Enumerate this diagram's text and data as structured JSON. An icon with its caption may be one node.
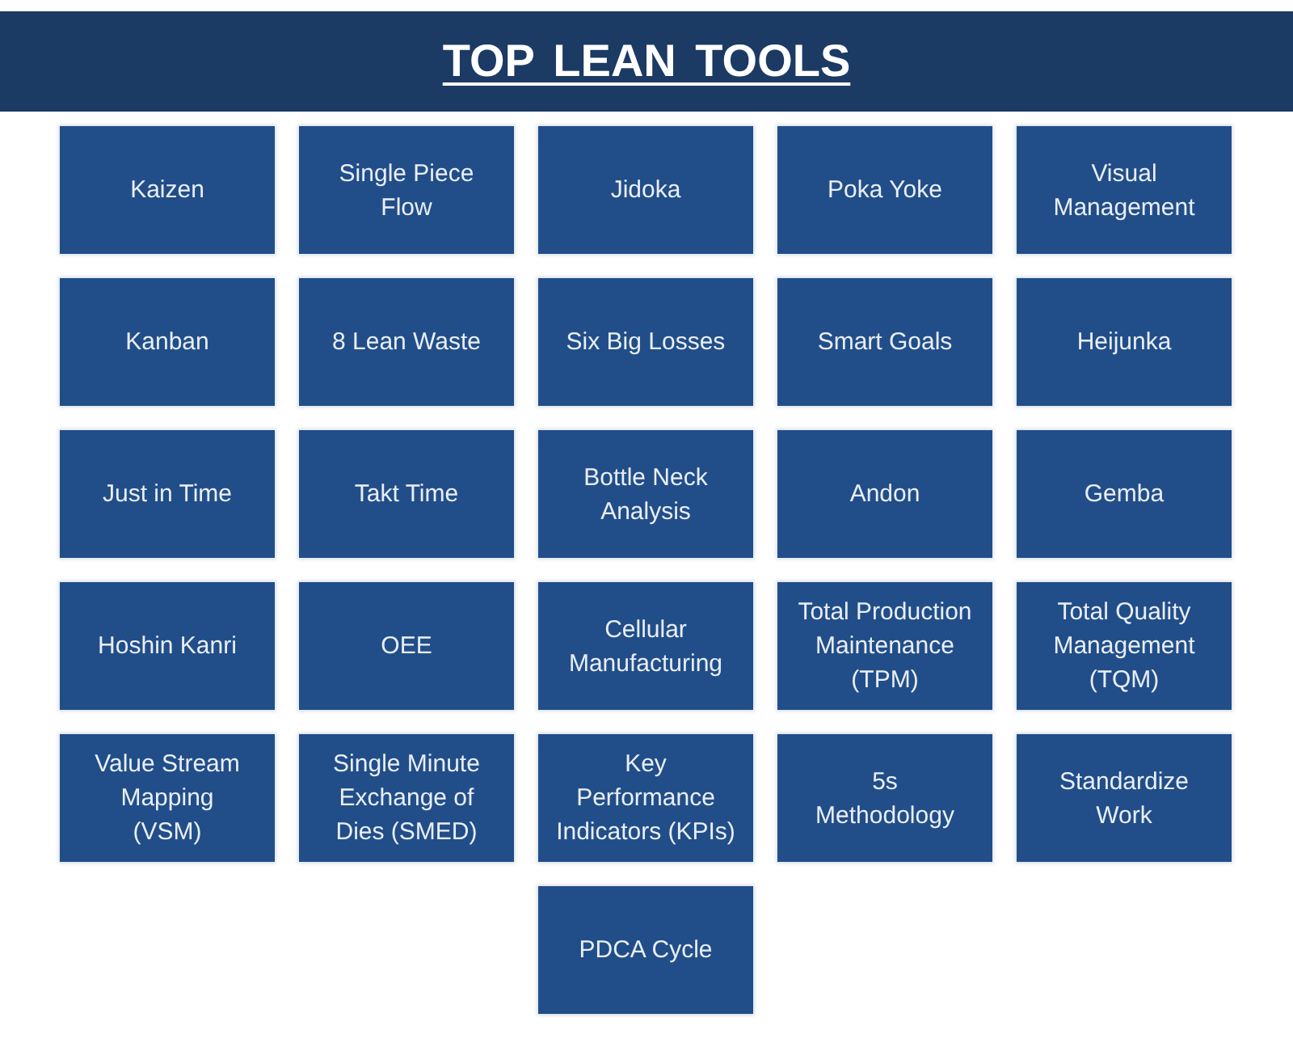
{
  "diagram": {
    "title": "TOP LEAN TOOLS",
    "nodes": [
      {
        "text": [
          "Kaizen"
        ]
      },
      {
        "text": [
          "Single Piece Flow"
        ]
      },
      {
        "text": [
          "Jidoka"
        ]
      },
      {
        "text": [
          "Poka Yoke"
        ]
      },
      {
        "text": [
          "Visual Management"
        ]
      },
      {
        "text": [
          "Kanban"
        ]
      },
      {
        "text": [
          "8 Lean Waste"
        ]
      },
      {
        "text": [
          "Six Big Losses"
        ]
      },
      {
        "text": [
          "Smart Goals"
        ]
      },
      {
        "text": [
          "Heijunka"
        ]
      },
      {
        "text": [
          "Just in Time"
        ]
      },
      {
        "text": [
          "Takt Time"
        ]
      },
      {
        "text": [
          "Bottle Neck Analysis"
        ]
      },
      {
        "text": [
          "Andon"
        ]
      },
      {
        "text": [
          "Gemba"
        ]
      },
      {
        "text": [
          "Hoshin Kanri"
        ]
      },
      {
        "text": [
          "OEE"
        ]
      },
      {
        "text": [
          "Cellular Manufacturing"
        ]
      },
      {
        "text": [
          "Total Production Maintenance (TPM)"
        ]
      },
      {
        "text": [
          "Total Quality Management (TQM)"
        ]
      },
      {
        "text": [
          "Value Stream Mapping (VSM)"
        ]
      },
      {
        "text": [
          "Single Minute Exchange of Dies (SMED)"
        ]
      },
      {
        "text": [
          "Key Performance Indicators (KPIs)"
        ]
      },
      {
        "text": [
          "5s Methodology"
        ]
      },
      {
        "text": [
          "Standardize Work"
        ]
      },
      {
        "text": [
          "PDCA Cycle"
        ]
      }
    ]
  }
}
